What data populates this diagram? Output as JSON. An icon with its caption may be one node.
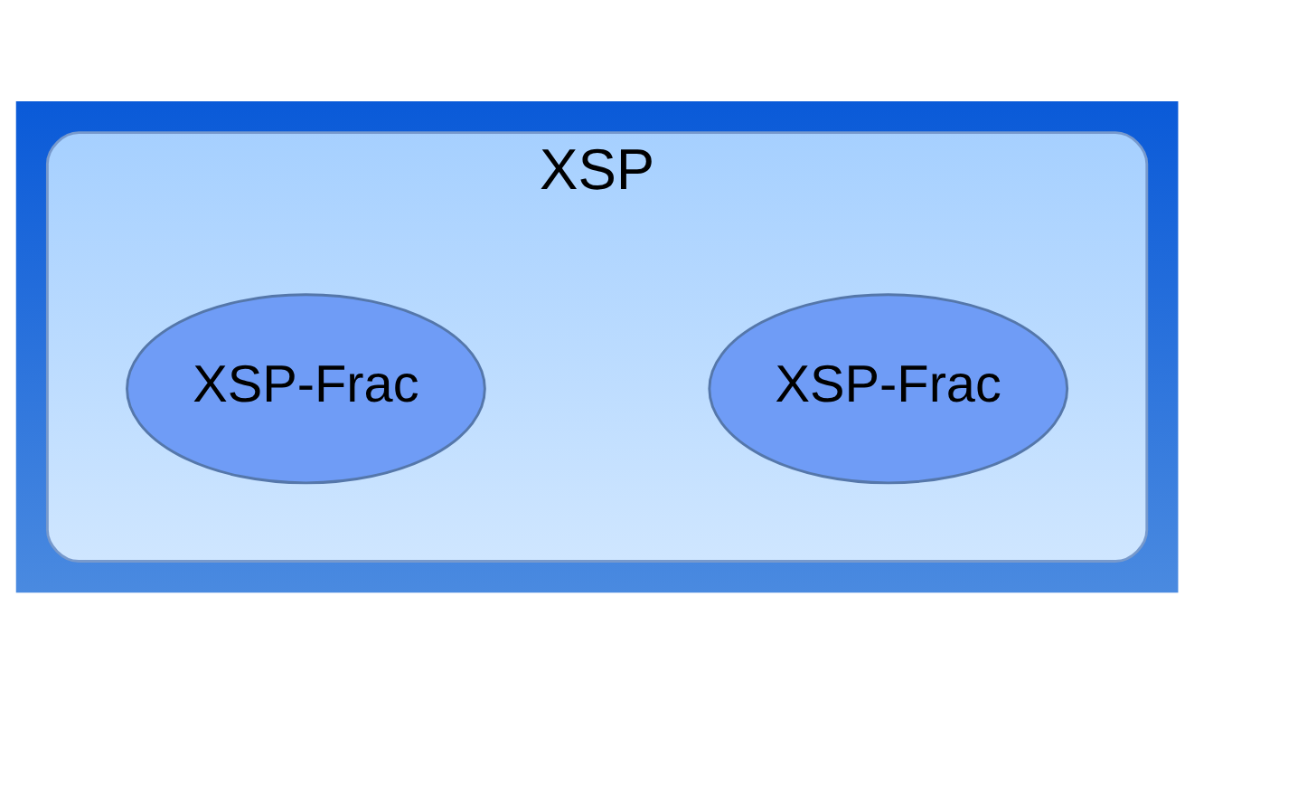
{
  "diagram": {
    "nodes": [
      {
        "text": [
          "XSP"
        ]
      },
      {
        "text": [
          "XSP-Frac"
        ],
        "in": 0
      },
      {
        "text": [
          "XSP-Frac"
        ],
        "in": 0
      }
    ],
    "edges": []
  }
}
